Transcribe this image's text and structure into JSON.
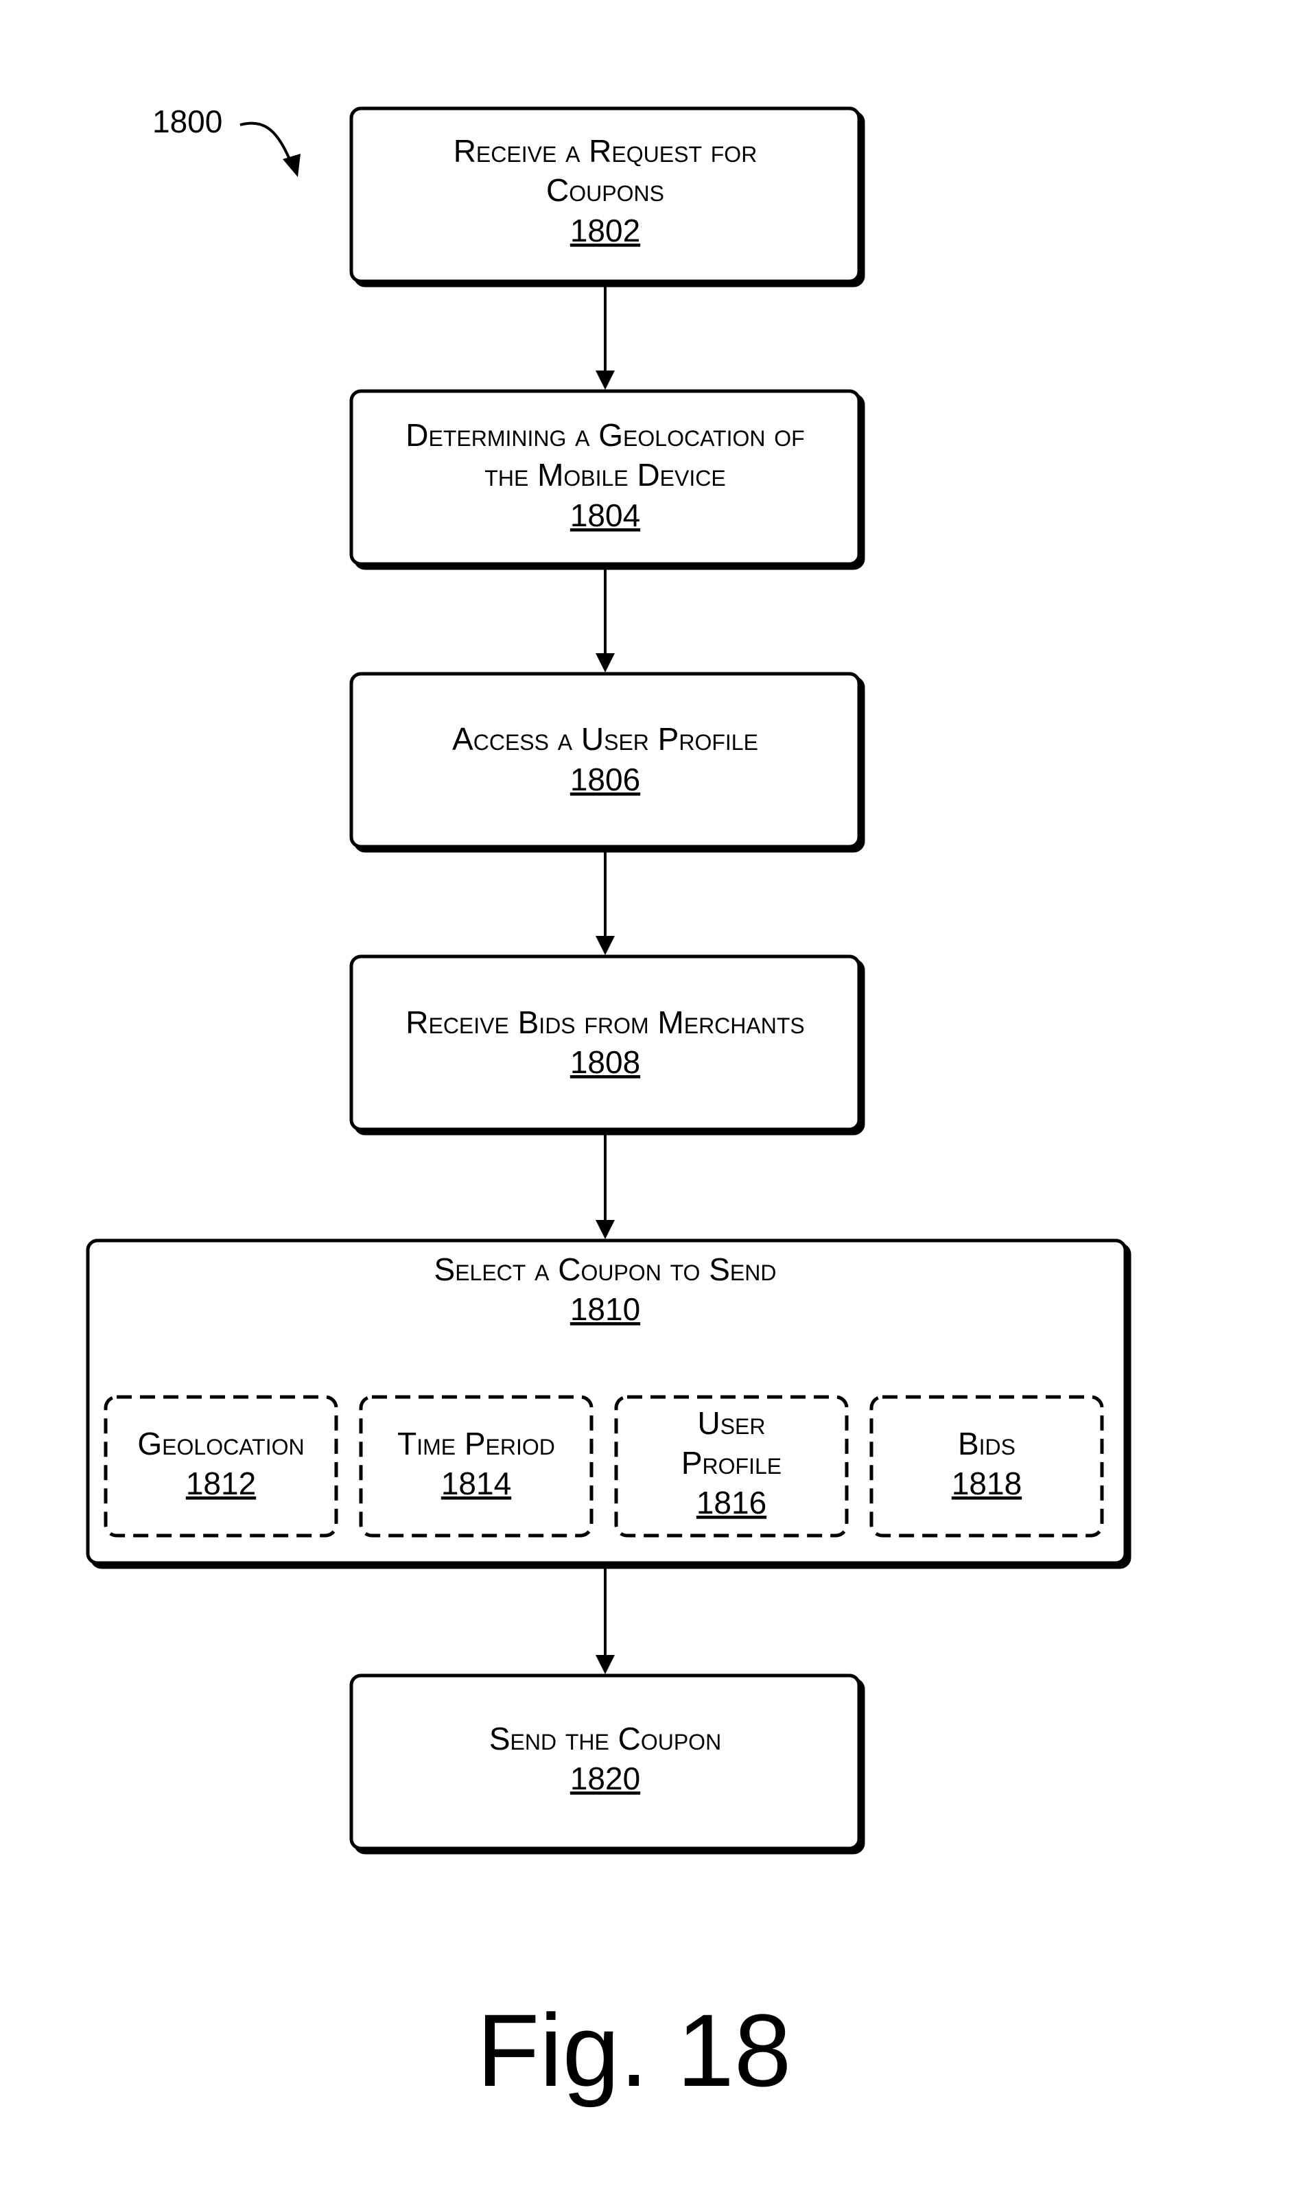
{
  "figure_ref": "1800",
  "caption": "Fig. 18",
  "steps": {
    "s1802": {
      "lines": [
        "Receive a Request for",
        "Coupons"
      ],
      "ref": "1802"
    },
    "s1804": {
      "lines": [
        "Determining a Geolocation of",
        "the Mobile Device"
      ],
      "ref": "1804"
    },
    "s1806": {
      "lines": [
        "Access a User Profile"
      ],
      "ref": "1806"
    },
    "s1808": {
      "lines": [
        "Receive Bids from Merchants"
      ],
      "ref": "1808"
    },
    "s1810": {
      "lines": [
        "Select a Coupon to Send"
      ],
      "ref": "1810"
    },
    "s1820": {
      "lines": [
        "Send the Coupon"
      ],
      "ref": "1820"
    }
  },
  "factors": {
    "f1812": {
      "lines": [
        "Geolocation"
      ],
      "ref": "1812"
    },
    "f1814": {
      "lines": [
        "Time Period"
      ],
      "ref": "1814"
    },
    "f1816": {
      "lines": [
        "User",
        "Profile"
      ],
      "ref": "1816"
    },
    "f1818": {
      "lines": [
        "Bids"
      ],
      "ref": "1818"
    }
  }
}
